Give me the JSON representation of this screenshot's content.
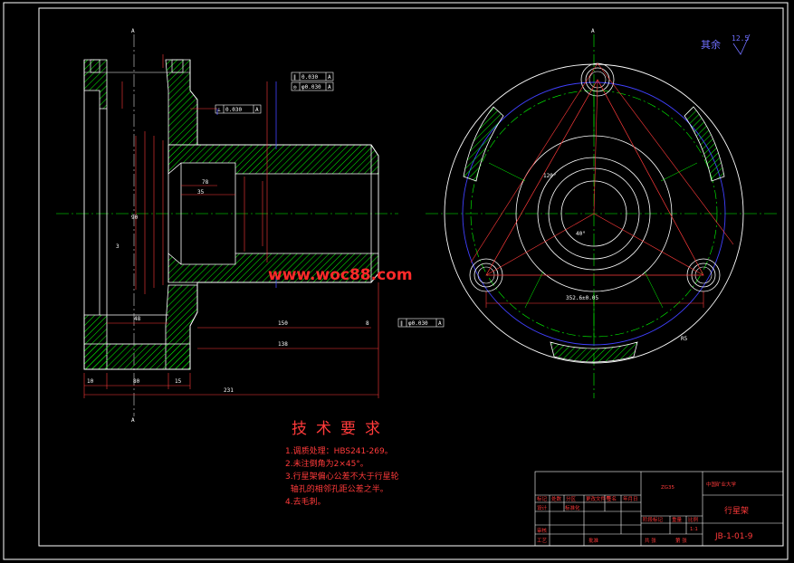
{
  "watermark": "www.woc88.com",
  "roughness": {
    "label": "其余",
    "value": "12.5"
  },
  "requirements": {
    "title": "技术要求",
    "items": [
      "1.调质处理：HBS241-269。",
      "2.未注倒角为2×45°。",
      "3.行星架偏心公差不大于行星轮",
      "  轴孔的相邻孔距公差之半。",
      "4.去毛刺。"
    ]
  },
  "tolerance_frames": [
    {
      "id": "fcf-top-1",
      "symbol": "∥",
      "value": "0.030",
      "datum": "A"
    },
    {
      "id": "fcf-top-2",
      "symbol": "◎",
      "value": "φ0.030",
      "datum": "A"
    },
    {
      "id": "fcf-mid",
      "symbol": "⊥",
      "value": "0.030",
      "datum": "A"
    },
    {
      "id": "fcf-bottom",
      "symbol": "∥",
      "value": "φ0.030",
      "datum": "A"
    }
  ],
  "dimensions": {
    "d10": "10",
    "d80": "80",
    "d15": "15",
    "d231": "231",
    "d138": "138",
    "d150": "150",
    "d8": "8",
    "d48": "48",
    "d3": "3",
    "d78": "78",
    "d35": "35",
    "d90": "90",
    "d352": "352.6±0.05",
    "r55": "R5",
    "d120": "120°",
    "d40": "40°"
  },
  "title_block": {
    "company": "中国矿业大学",
    "drawing_name": "行星架",
    "drawing_no": "JB-1-01-9",
    "scale": "1:1",
    "material": "ZG35",
    "row_labels": [
      "标记",
      "处数",
      "分区",
      "更改文件号",
      "签名",
      "年月日"
    ],
    "row2": [
      "设计",
      "标准化",
      "阶段标记",
      "重量",
      "比例"
    ],
    "row3": [
      "审核"
    ],
    "row4": [
      "工艺",
      "批准",
      "共 张",
      "第 张"
    ]
  },
  "colors": {
    "outline": "#ffffff",
    "hatch": "#00ff00",
    "center": "#00ff00",
    "dim": "#ff3a3a",
    "blue": "#4040ff",
    "frame": "#ffffff",
    "magenta": "#ff40ff",
    "yellow": "#ffff00"
  }
}
